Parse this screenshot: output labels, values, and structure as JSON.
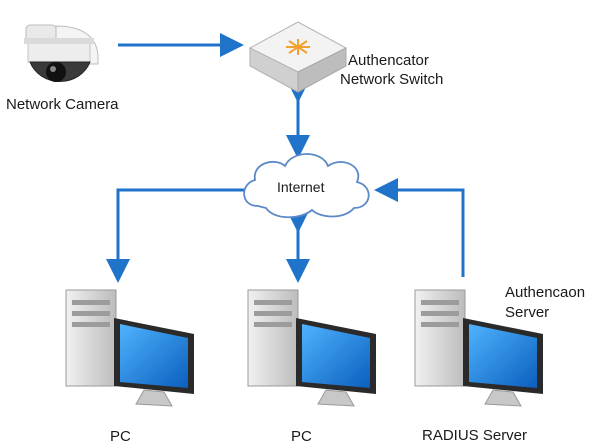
{
  "nodes": {
    "camera": {
      "label": "Network Camera"
    },
    "switch": {
      "label_line1": "Authencator",
      "label_line2": "Network Switch"
    },
    "cloud": {
      "label": "Internet"
    },
    "pc_left": {
      "label": "PC"
    },
    "pc_middle": {
      "label": "PC"
    },
    "radius": {
      "label_top_line1": "Authencaon",
      "label_top_line2": "Server",
      "label_bottom": "RADIUS Server"
    }
  },
  "colors": {
    "arrow": "#1f73c9",
    "monitor_screen": "#1a8ae6",
    "tower": "#d7d7d7",
    "cloud_stroke": "#5b89c7"
  }
}
